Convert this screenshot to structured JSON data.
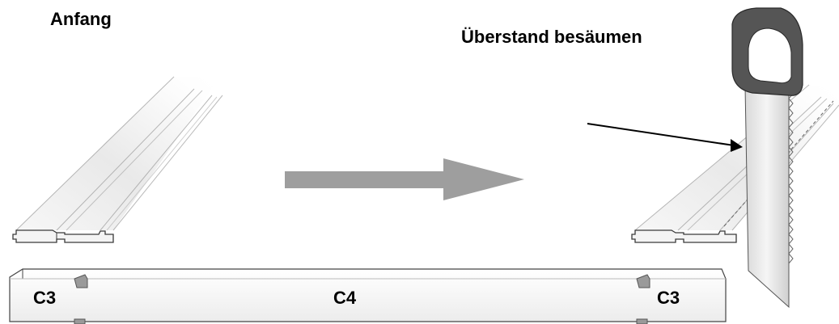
{
  "labels": {
    "start": "Anfang",
    "trim_overhang": "Überstand besäumen",
    "board_left_part": "C3",
    "board_middle_part": "C4",
    "board_right_part": "C3"
  },
  "colors": {
    "arrow": "#9e9e9e",
    "saw_handle": "#555555",
    "outline": "#3a3a3a",
    "board_face": "#f4f4f4"
  },
  "icons": {
    "direction_arrow": "right-arrow",
    "tool": "handsaw"
  }
}
